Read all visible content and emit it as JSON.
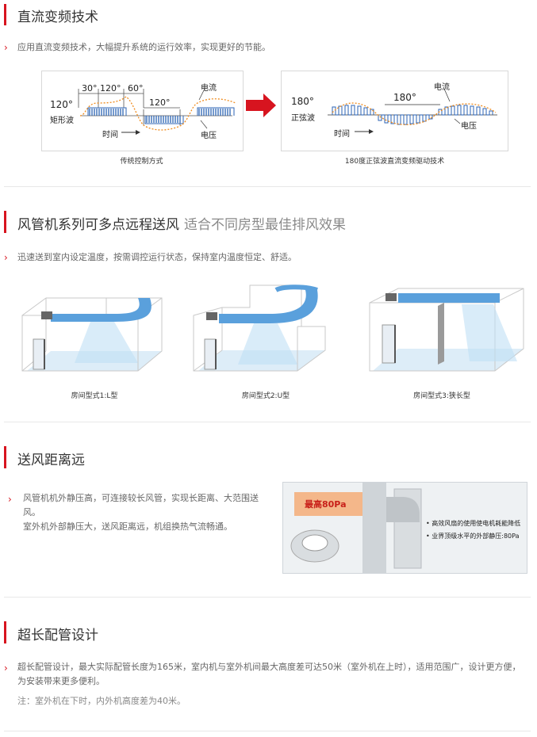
{
  "sections": [
    {
      "title": "直流变频技术",
      "desc": "应用直流变频技术，大幅提升系统的运行效率，实现更好的节能。",
      "diagram_left": {
        "wave_angle": "120°",
        "wave_type": "矩形波",
        "angle_30": "30°",
        "angle_120a": "120°",
        "angle_60": "60°",
        "angle_120b": "120°",
        "current": "电流",
        "voltage": "电压",
        "time": "时间",
        "caption": "传统控制方式"
      },
      "diagram_right": {
        "wave_angle": "180°",
        "wave_type": "正弦波",
        "angle_180": "180°",
        "current": "电流",
        "voltage": "电压",
        "time": "时间",
        "caption": "180度正弦波直流变频驱动技术"
      }
    },
    {
      "title": "风管机系列可多点远程送风",
      "subtitle": "适合不同房型最佳排风效果",
      "desc": "迅速送到室内设定温度，按需调控运行状态，保持室内温度恒定、舒适。",
      "rooms": [
        {
          "caption": "房间型式1:L型"
        },
        {
          "caption": "房间型式2:U型"
        },
        {
          "caption": "房间型式3:狭长型"
        }
      ]
    },
    {
      "title": "送风距离远",
      "desc1": "风管机机外静压高，可连接较长风管，实现长距离、大范围送风。",
      "desc2": "室外机外部静压大，送风距离远，机组换热气流畅通。",
      "image": {
        "badge": "最高80Pa",
        "bullet1": "高效风扇的使用使电机耗能降低",
        "bullet2": "业界顶级水平的外部静压:80Pa"
      }
    },
    {
      "title": "超长配管设计",
      "desc": "超长配管设计，最大实际配管长度为165米，室内机与室外机间最大高度差可达50米（室外机在上时），适用范围广，设计更方便，为安装带来更多便利。",
      "note": "注：室外机在下时，内外机高度差为40米。"
    }
  ],
  "colors": {
    "accent": "#d7141f",
    "wave_blue": "#2b63b4",
    "wave_orange": "#ef8b1d",
    "duct_blue": "#5aa0dc"
  }
}
